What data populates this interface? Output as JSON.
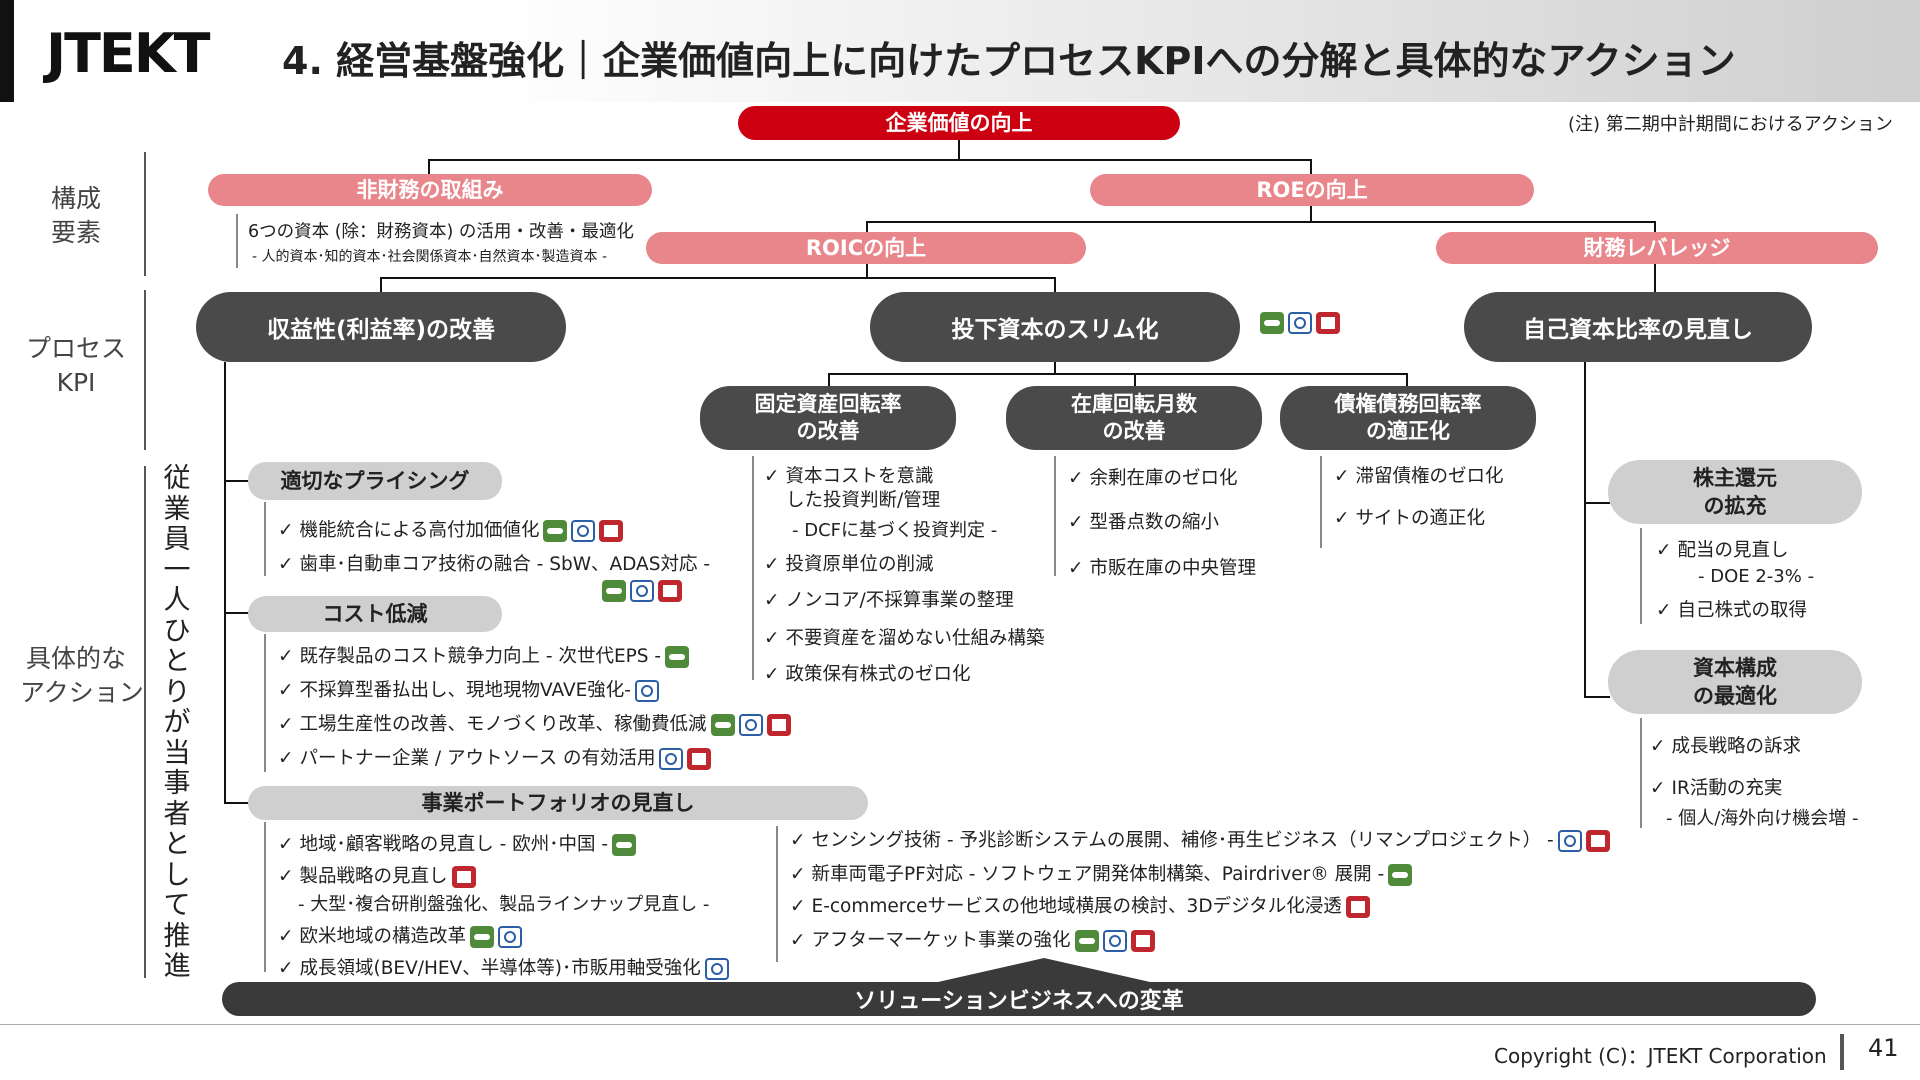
{
  "header": {
    "logo": "JTEKT",
    "title": "4. 経営基盤強化｜企業価値向上に向けたプロセスKPIへの分解と具体的なアクション",
    "note": "(注) 第二期中計期間におけるアクション"
  },
  "side_labels": {
    "components": "構成\n要素",
    "process_kpi": "プロセス\nKPI",
    "actions": "具体的な\nアクション"
  },
  "vertical_text": "従業員一人ひとりが当事者として推進",
  "tree": {
    "root": "企業価値の向上",
    "non_financial": "非財務の取組み",
    "non_financial_desc": "6つの資本 (除：財務資本) の活用・改善・最適化",
    "non_financial_sub": "- 人的資本･知的資本･社会関係資本･自然資本･製造資本 -",
    "roe": "ROEの向上",
    "roic": "ROICの向上",
    "leverage": "財務レバレッジ",
    "kpi_profit": "収益性(利益率)の改善",
    "kpi_capital": "投下資本のスリム化",
    "kpi_equity": "自己資本比率の見直し",
    "fixed_asset": "固定資産回転率\nの改善",
    "inventory": "在庫回転月数\nの改善",
    "receivables": "債権債務回転率\nの適正化",
    "shareholder": "株主還元\nの拡充",
    "capital_structure": "資本構成\nの最適化"
  },
  "pricing": {
    "heading": "適切なプライシング",
    "items": [
      "機能統合による高付加価値化",
      "歯車･自動車コア技術の融合 - SbW、ADAS対応 -"
    ]
  },
  "cost": {
    "heading": "コスト低減",
    "items": [
      "既存製品のコスト競争力向上 - 次世代EPS -",
      "不採算型番払出し、現地現物VAVE強化-",
      "工場生産性の改善、モノづくり改革、稼働費低減",
      "パートナー企業 / アウトソース の有効活用"
    ]
  },
  "portfolio": {
    "heading": "事業ポートフォリオの見直し",
    "items": [
      "地域･顧客戦略の見直し - 欧州･中国 -",
      "製品戦略の見直し",
      "- 大型･複合研削盤強化、製品ラインナップ見直し -",
      "欧米地域の構造改革",
      "成長領域(BEV/HEV、半導体等)･市販用軸受強化"
    ]
  },
  "fixed_items": [
    "資本コストを意識",
    "した投資判断/管理",
    "- DCFに基づく投資判定 -",
    "投資原単位の削減",
    "ノンコア/不採算事業の整理",
    "不要資産を溜めない仕組み構築",
    "政策保有株式のゼロ化"
  ],
  "inventory_items": [
    "余剰在庫のゼロ化",
    "型番点数の縮小",
    "市販在庫の中央管理"
  ],
  "receivable_items": [
    "滞留債権のゼロ化",
    "サイトの適正化"
  ],
  "shareholder_items": [
    "配当の見直し",
    "- DOE 2-3% -",
    "自己株式の取得"
  ],
  "capital_items": [
    "成長戦略の訴求",
    "IR活動の充実",
    "- 個人/海外向け機会増 -"
  ],
  "solution_items": [
    "センシング技術 - 予兆診断システムの展開、補修･再生ビジネス（リマンプロジェクト） -",
    "新車両電子PF対応 - ソフトウェア開発体制構築、Pairdriver® 展開 -",
    "E-commerceサービスの他地域横展の検討、3Dデジタル化浸透",
    "アフターマーケット事業の強化"
  ],
  "solution_bar": "ソリューションビジネスへの変革",
  "footer": {
    "copyright": "Copyright (C)：JTEKT Corporation",
    "page": "41"
  },
  "icons": [
    "car-icon",
    "bearing-icon",
    "machine-tool-icon"
  ],
  "colors": {
    "red": "#cc0010",
    "pink": "#e9868b",
    "dark": "#4a4a4a",
    "gray": "#cfcfcf"
  }
}
